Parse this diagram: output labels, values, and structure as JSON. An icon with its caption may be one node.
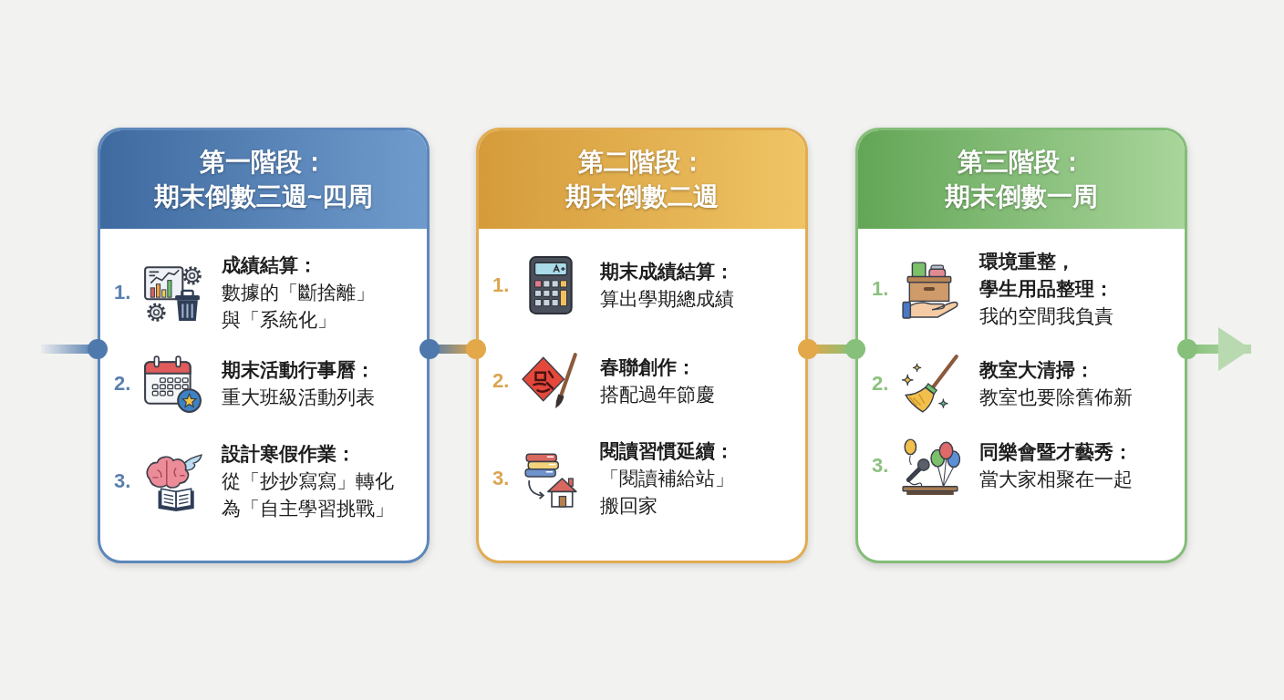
{
  "diagram": {
    "nodes": [
      {
        "text": [
          "第一階段：期末倒數三週~四周",
          "1.",
          "成績結算：",
          "數據的「斷捨離」與「系統化」",
          "2.",
          "期末活動行事曆：",
          "重大班級活動列表",
          "3.",
          "設計寒假作業：",
          "從「抄抄寫寫」轉化為「自主學習挑戰」"
        ]
      },
      {
        "text": [
          "第二階段：期末倒數二週",
          "1.",
          "期末成績結算：",
          "算出學期總成績",
          "2.",
          "春聯創作：",
          "搭配過年節慶",
          "3.",
          "閱讀習慣延續：",
          "「閱讀補給站」搬回家"
        ]
      },
      {
        "text": [
          "第三階段：期末倒數一周",
          "1.",
          "環境重整，學生用品整理：",
          "我的空間我負責",
          "2.",
          "教室大清掃：",
          "教室也要除舊佈新",
          "3.",
          "同樂會暨才藝秀：",
          "當大家相聚在一起"
        ]
      }
    ],
    "edges": [
      {
        "from": null,
        "to": 0,
        "arrow": "other"
      },
      {
        "from": 0,
        "to": 1,
        "arrow": "other"
      },
      {
        "from": 1,
        "to": 2,
        "arrow": "other"
      },
      {
        "from": 2,
        "to": null,
        "arrow": "to"
      }
    ]
  }
}
